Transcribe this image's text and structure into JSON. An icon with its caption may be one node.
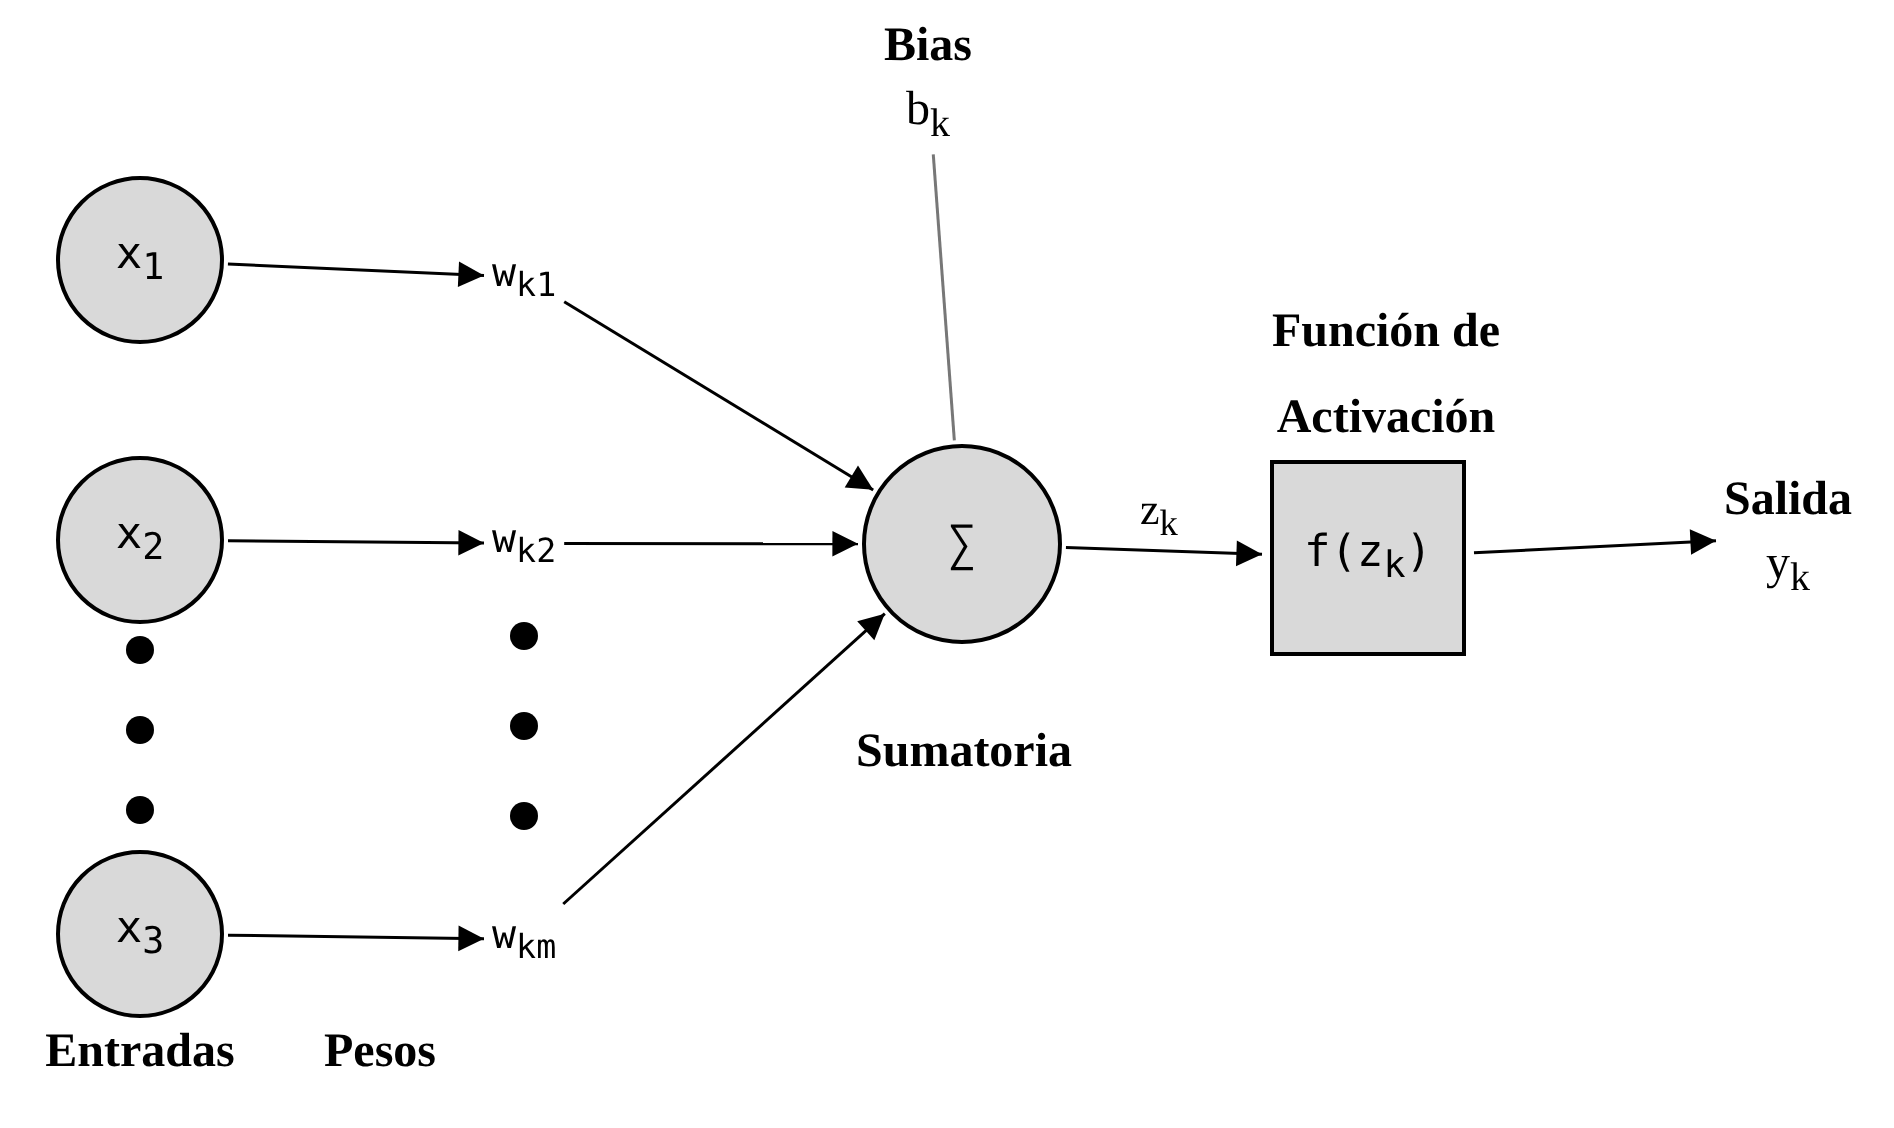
{
  "diagram": {
    "nodes": [
      {
        "text": [
          "x$_{1}$"
        ]
      },
      {
        "text": [
          "x$_{2}$"
        ]
      },
      {
        "text": [
          "x$_{3}$"
        ]
      },
      {
        "text": [
          "w$_{k1}$"
        ]
      },
      {
        "text": [
          "w$_{k2}$"
        ]
      },
      {
        "text": [
          "w$_{km}$"
        ]
      },
      {
        "text": [
          "∑"
        ],
        "beside": [
          "Sumatoria"
        ]
      },
      {
        "text": [
          "Bias",
          "b$_{k}$"
        ]
      },
      {
        "text": [
          "f(z$_{k}$)"
        ],
        "beside": [
          "Función de Activación"
        ]
      },
      {
        "text": [
          "Salida",
          "y$_{k}$"
        ]
      }
    ],
    "edges": [
      {
        "from": 0,
        "to": 3,
        "arrow": "to"
      },
      {
        "from": 1,
        "to": 4,
        "arrow": "to"
      },
      {
        "from": 2,
        "to": 5,
        "arrow": "to"
      },
      {
        "from": 3,
        "to": 6,
        "arrow": "to"
      },
      {
        "from": 4,
        "to": 6,
        "arrow": "to"
      },
      {
        "from": 5,
        "to": 6,
        "arrow": "to"
      },
      {
        "from": 7,
        "to": 6,
        "arrow": "none",
        "color": "#777777"
      },
      {
        "from": 6,
        "to": 8,
        "arrow": "to",
        "label": "z$_{k}$"
      },
      {
        "from": 8,
        "to": 9,
        "arrow": "to"
      }
    ],
    "labels": [
      "Entradas",
      "Pesos"
    ]
  }
}
